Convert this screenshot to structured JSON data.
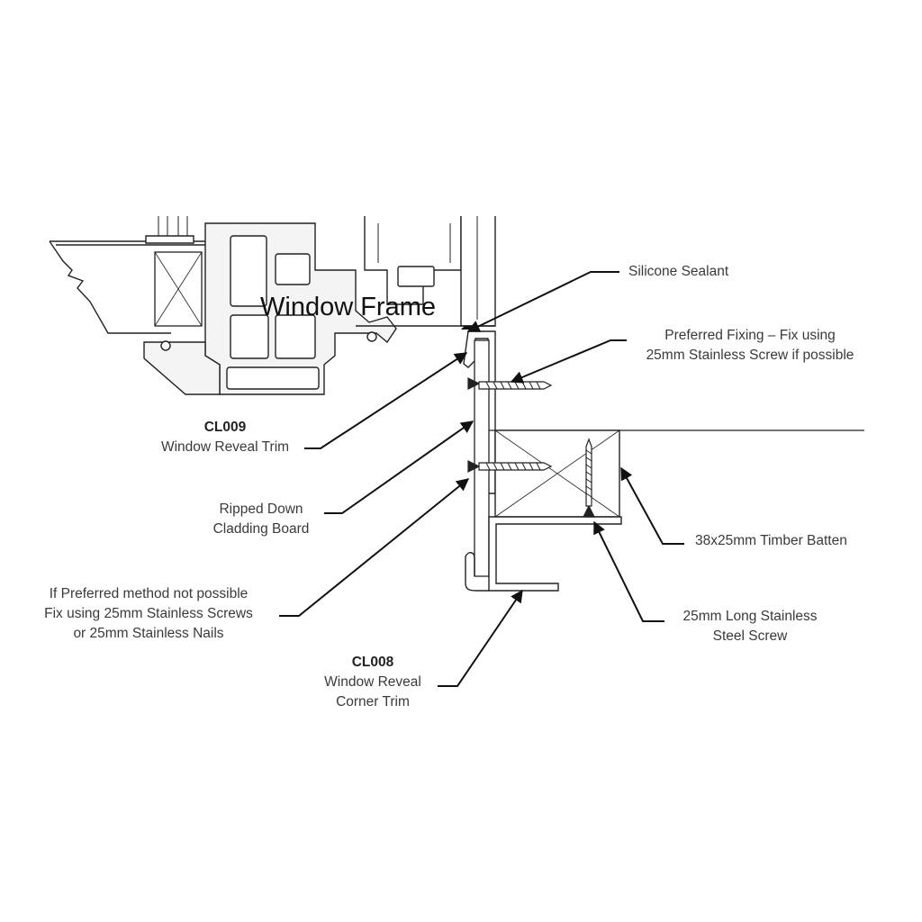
{
  "title": "Window Frame",
  "labels": {
    "silicone_sealant": "Silicone Sealant",
    "preferred_fixing_1": "Preferred Fixing – Fix using",
    "preferred_fixing_2": "25mm Stainless Screw if possible",
    "cl009_code": "CL009",
    "cl009_name": "Window Reveal Trim",
    "ripped_1": "Ripped Down",
    "ripped_2": "Cladding Board",
    "batten": "38x25mm Timber Batten",
    "alt_1": "If Preferred method not possible",
    "alt_2": "Fix using 25mm Stainless Screws",
    "alt_3": "or 25mm Stainless Nails",
    "screw_1": "25mm Long Stainless",
    "screw_2": "Steel Screw",
    "cl008_code": "CL008",
    "cl008_name_1": "Window Reveal",
    "cl008_name_2": "Corner Trim"
  },
  "colors": {
    "line": "#222222",
    "profile_fill": "#f4f4f4",
    "text": "#3a3a3a"
  }
}
